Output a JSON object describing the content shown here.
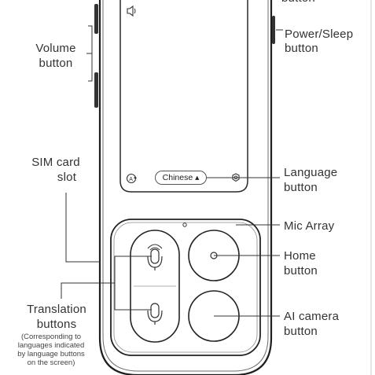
{
  "labels": {
    "power_sleep": "Power/Sleep",
    "power_sleep_2": "button",
    "top_cut_button": "button",
    "volume": "Volume",
    "volume_2": "button",
    "sim": "SIM card",
    "sim_2": "slot",
    "language": "Language",
    "language_2": "button",
    "mic_array": "Mic Array",
    "home": "Home",
    "home_2": "button",
    "translation": "Translation",
    "translation_2": "buttons",
    "translation_note": [
      "(Corresponding to",
      "languages indicated",
      "by language buttons",
      "on the screen)"
    ],
    "ai_camera": "AI camera",
    "ai_camera_2": "button"
  },
  "screen": {
    "language_chip": "Chinese ▴"
  },
  "icons": [
    "speaker-icon",
    "auto-translate-icon",
    "settings-gear-icon",
    "mic-icon",
    "home-button-dot-icon"
  ]
}
